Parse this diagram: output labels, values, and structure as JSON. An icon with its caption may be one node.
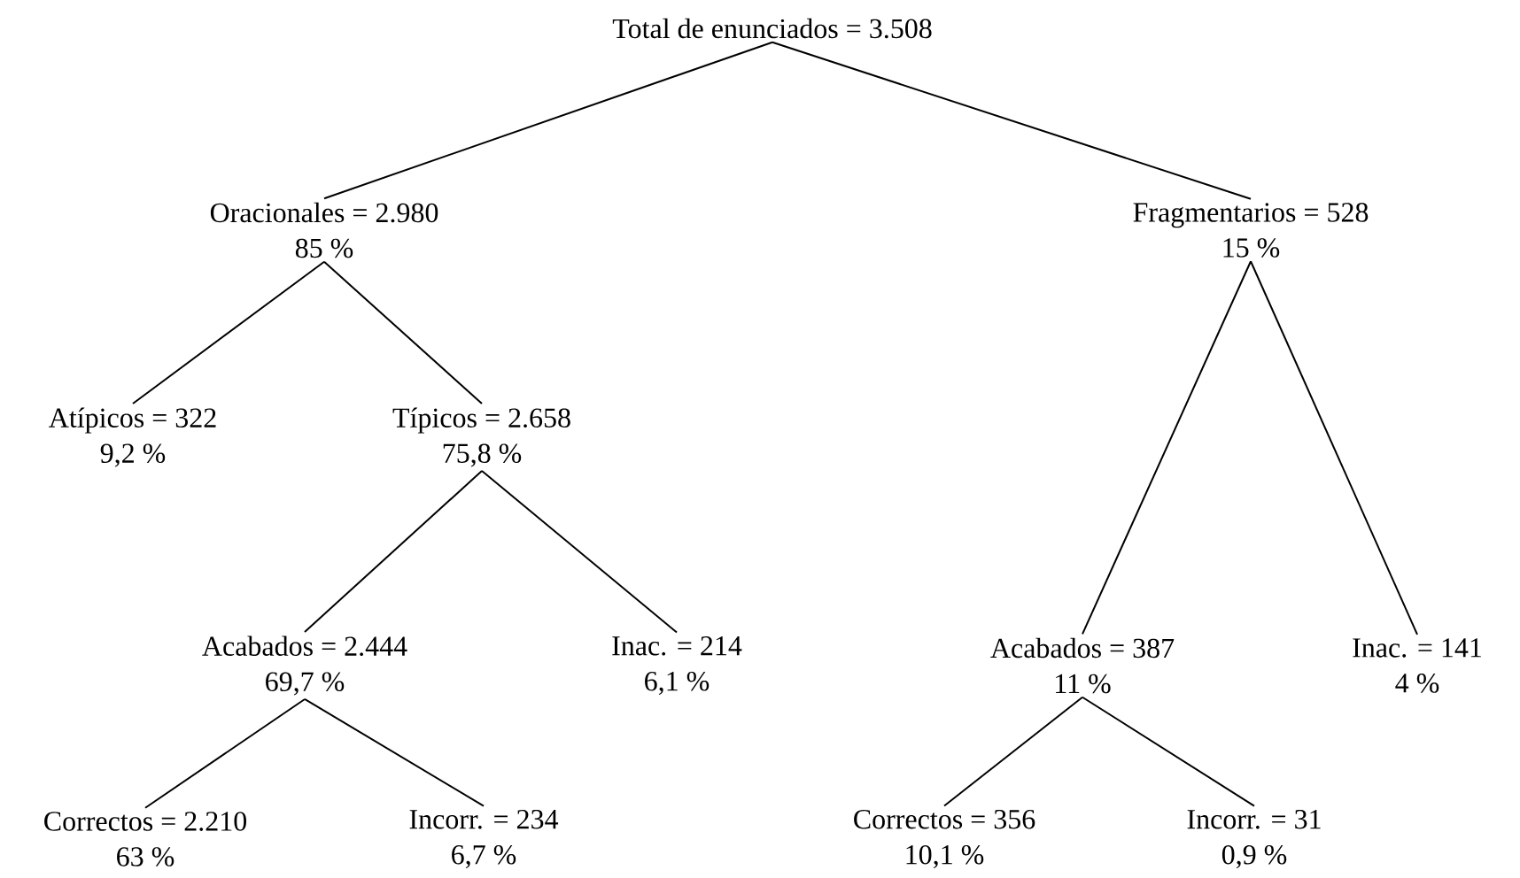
{
  "diagram": {
    "nodes": [
      {
        "text": [
          "Total de enunciados = 3.508"
        ]
      },
      {
        "text": [
          "Oracionales = 2.980",
          "85 %"
        ]
      },
      {
        "text": [
          "Fragmentarios = 528",
          "15 %"
        ]
      },
      {
        "text": [
          "Atípicos = 322",
          "9,2 %"
        ]
      },
      {
        "text": [
          "Típicos = 2.658",
          "75,8 %"
        ]
      },
      {
        "text": [
          "Acabados = 2.444",
          "69,7 %"
        ]
      },
      {
        "text": [
          "Inac. = 214",
          "6,1 %"
        ]
      },
      {
        "text": [
          "Acabados = 387",
          "11 %"
        ]
      },
      {
        "text": [
          "Inac. = 141",
          "4 %"
        ]
      },
      {
        "text": [
          "Correctos = 2.210",
          "63 %"
        ]
      },
      {
        "text": [
          "Incorr. = 234",
          "6,7 %"
        ]
      },
      {
        "text": [
          "Correctos = 356",
          "10,1 %"
        ]
      },
      {
        "text": [
          "Incorr. = 31",
          "0,9 %"
        ]
      }
    ],
    "edges": [
      {
        "from": 0,
        "to": 1,
        "arrow": "none"
      },
      {
        "from": 0,
        "to": 2,
        "arrow": "none"
      },
      {
        "from": 1,
        "to": 3,
        "arrow": "none"
      },
      {
        "from": 1,
        "to": 4,
        "arrow": "none"
      },
      {
        "from": 2,
        "to": 7,
        "arrow": "none"
      },
      {
        "from": 2,
        "to": 8,
        "arrow": "none"
      },
      {
        "from": 4,
        "to": 5,
        "arrow": "none"
      },
      {
        "from": 4,
        "to": 6,
        "arrow": "none"
      },
      {
        "from": 5,
        "to": 9,
        "arrow": "none"
      },
      {
        "from": 5,
        "to": 10,
        "arrow": "none"
      },
      {
        "from": 7,
        "to": 11,
        "arrow": "none"
      },
      {
        "from": 7,
        "to": 12,
        "arrow": "none"
      }
    ]
  }
}
